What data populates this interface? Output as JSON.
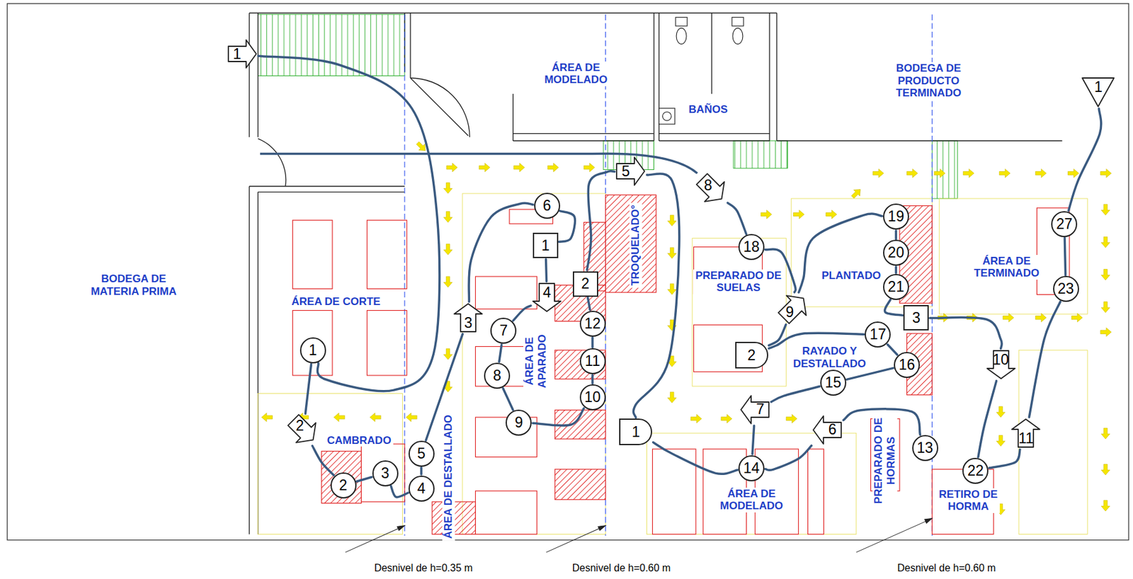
{
  "diagram": {
    "nodes": [
      {
        "text": [
          "1"
        ]
      },
      {
        "text": [
          "1"
        ]
      },
      {
        "text": [
          "2"
        ]
      },
      {
        "text": [
          "2"
        ]
      },
      {
        "text": [
          "3"
        ]
      },
      {
        "text": [
          "4"
        ]
      },
      {
        "text": [
          "5"
        ]
      },
      {
        "text": [
          "3"
        ]
      },
      {
        "text": [
          "6"
        ]
      },
      {
        "text": [
          "1"
        ]
      },
      {
        "text": [
          "4"
        ]
      },
      {
        "text": [
          "7"
        ]
      },
      {
        "text": [
          "8"
        ]
      },
      {
        "text": [
          "9"
        ]
      },
      {
        "text": [
          "10"
        ]
      },
      {
        "text": [
          "11"
        ]
      },
      {
        "text": [
          "12"
        ]
      },
      {
        "text": [
          "2"
        ]
      },
      {
        "text": [
          "5"
        ]
      },
      {
        "text": [
          "1"
        ]
      },
      {
        "text": [
          "14"
        ]
      },
      {
        "text": [
          "13"
        ]
      },
      {
        "text": [
          "6"
        ]
      },
      {
        "text": [
          "7"
        ]
      },
      {
        "text": [
          "15"
        ]
      },
      {
        "text": [
          "16"
        ]
      },
      {
        "text": [
          "17"
        ]
      },
      {
        "text": [
          "8"
        ]
      },
      {
        "text": [
          "18"
        ]
      },
      {
        "text": [
          "9"
        ]
      },
      {
        "text": [
          "2"
        ]
      },
      {
        "text": [
          "19"
        ]
      },
      {
        "text": [
          "20"
        ]
      },
      {
        "text": [
          "21"
        ]
      },
      {
        "text": [
          "3"
        ]
      },
      {
        "text": [
          "10"
        ]
      },
      {
        "text": [
          "22"
        ]
      },
      {
        "text": [
          "11"
        ]
      },
      {
        "text": [
          "23"
        ]
      },
      {
        "text": [
          "27"
        ]
      },
      {
        "text": [
          "1"
        ]
      }
    ],
    "edges": [
      {
        "from": 0,
        "to": 1,
        "arrow": "none"
      },
      {
        "from": 1,
        "to": 2,
        "arrow": "none"
      },
      {
        "from": 2,
        "to": 3,
        "arrow": "none"
      },
      {
        "from": 3,
        "to": 4,
        "arrow": "none"
      },
      {
        "from": 4,
        "to": 5,
        "arrow": "none"
      },
      {
        "from": 5,
        "to": 6,
        "arrow": "none"
      },
      {
        "from": 6,
        "to": 7,
        "arrow": "none"
      },
      {
        "from": 7,
        "to": 8,
        "arrow": "none"
      },
      {
        "from": 8,
        "to": 9,
        "arrow": "none"
      },
      {
        "from": 9,
        "to": 10,
        "arrow": "none"
      },
      {
        "from": 10,
        "to": 11,
        "arrow": "none"
      },
      {
        "from": 11,
        "to": 12,
        "arrow": "none"
      },
      {
        "from": 12,
        "to": 13,
        "arrow": "none"
      },
      {
        "from": 13,
        "to": 14,
        "arrow": "none"
      },
      {
        "from": 14,
        "to": 15,
        "arrow": "none"
      },
      {
        "from": 15,
        "to": 16,
        "arrow": "none"
      },
      {
        "from": 16,
        "to": 17,
        "arrow": "none"
      },
      {
        "from": 17,
        "to": 18,
        "arrow": "none"
      },
      {
        "from": 18,
        "to": 19,
        "arrow": "none"
      },
      {
        "from": 19,
        "to": 20,
        "arrow": "none"
      },
      {
        "from": 21,
        "to": 22,
        "arrow": "none"
      },
      {
        "from": 22,
        "to": 20,
        "arrow": "none"
      },
      {
        "from": 20,
        "to": 23,
        "arrow": "none"
      },
      {
        "from": 23,
        "to": 24,
        "arrow": "none"
      },
      {
        "from": 24,
        "to": 25,
        "arrow": "none"
      },
      {
        "from": 25,
        "to": 26,
        "arrow": "none"
      },
      {
        "from": 26,
        "to": 30,
        "arrow": "none"
      },
      {
        "from": 27,
        "to": 28,
        "arrow": "none"
      },
      {
        "from": 28,
        "to": 29,
        "arrow": "none"
      },
      {
        "from": 30,
        "to": 29,
        "arrow": "none"
      },
      {
        "from": 29,
        "to": 31,
        "arrow": "none"
      },
      {
        "from": 31,
        "to": 32,
        "arrow": "none"
      },
      {
        "from": 32,
        "to": 33,
        "arrow": "none"
      },
      {
        "from": 33,
        "to": 34,
        "arrow": "none"
      },
      {
        "from": 34,
        "to": 35,
        "arrow": "none"
      },
      {
        "from": 35,
        "to": 36,
        "arrow": "none"
      },
      {
        "from": 36,
        "to": 37,
        "arrow": "none"
      },
      {
        "from": 37,
        "to": 38,
        "arrow": "none"
      },
      {
        "from": 38,
        "to": 39,
        "arrow": "none"
      },
      {
        "from": 39,
        "to": 40,
        "arrow": "none"
      }
    ],
    "labels": [
      "BODEGA DE MATERIA PRIMA",
      "ÁREA DE MODELADO",
      "BAÑOS",
      "BODEGA DE PRODUCTO TERMINADO",
      "ÁREA DE CORTE",
      "CAMBRADO",
      "ÁREA DE DESTALLADO",
      "ÁREA DE APARADO",
      "TROQUELADO°",
      "PREPARADO DE SUELAS",
      "PLANTADO",
      "RAYADO Y DESTALLADO",
      "ÁREA DE TERMINADO",
      "ÁREA DE MODELADO",
      "PREPARADO DE HORMAS",
      "RETIRO DE HORMA",
      "Desnivel de h=0.35 m",
      "Desnivel de h=0.60 m",
      "Desnivel de h=0.60 m"
    ]
  }
}
